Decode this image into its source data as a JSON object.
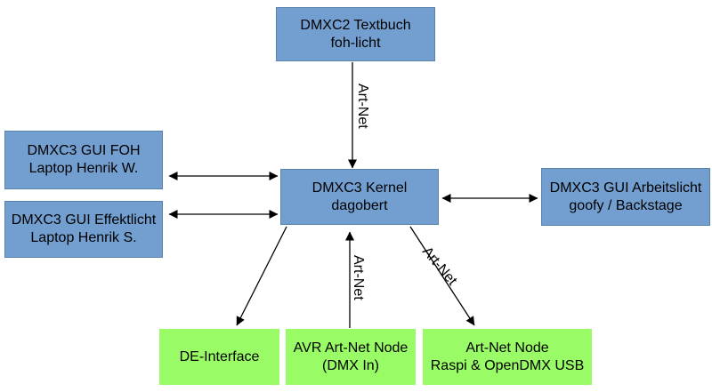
{
  "colors": {
    "background": "#ffffff",
    "node_blue_fill": "#729fcf",
    "node_blue_border": "#5a82ad",
    "node_green_fill": "#99fb66",
    "arrow": "#000000",
    "text": "#000000"
  },
  "nodes": {
    "textbuch": {
      "line1": "DMXC2 Textbuch",
      "line2": "foh-licht"
    },
    "gui_foh": {
      "line1": "DMXC3 GUI FOH",
      "line2": "Laptop Henrik W."
    },
    "gui_effektlicht": {
      "line1": "DMXC3 GUI Effektlicht",
      "line2": "Laptop Henrik S."
    },
    "kernel": {
      "line1": "DMXC3 Kernel",
      "line2": "dagobert"
    },
    "gui_arbeitslicht": {
      "line1": "DMXC3 GUI Arbeitslicht",
      "line2": "goofy / Backstage"
    },
    "de_interface": {
      "line1": "DE-Interface"
    },
    "avr_node": {
      "line1": "AVR Art-Net Node",
      "line2": "(DMX In)"
    },
    "artnet_node": {
      "line1": "Art-Net Node",
      "line2": "Raspi & OpenDMX USB"
    }
  },
  "edge_labels": {
    "textbuch_to_kernel": "Art-Net",
    "avr_to_kernel": "Art-Net",
    "kernel_to_artnet_node": "Art-Net"
  }
}
